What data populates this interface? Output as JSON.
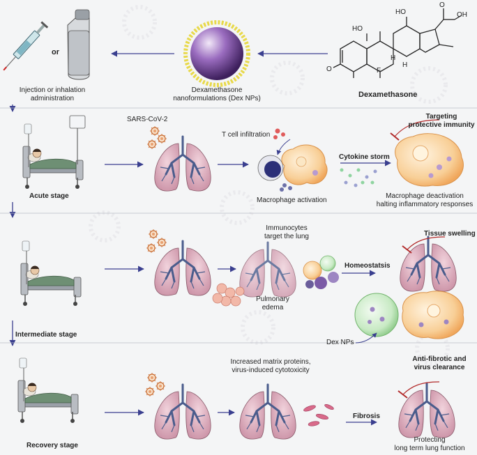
{
  "top": {
    "or_text": "or",
    "admin_line1": "Injection or inhalation",
    "admin_line2": "administration",
    "np_line1": "Dexamethasone",
    "np_line2": "nanoformulations (Dex NPs)",
    "drug_name": "Dexamethasone",
    "mol": {
      "ho1": "HO",
      "ho2": "HO",
      "oh": "OH",
      "o_top": "O",
      "o_ring": "O",
      "f": "F",
      "h1": "H",
      "h2": "H"
    }
  },
  "acute": {
    "stage_label": "Acute stage",
    "virus_label": "SARS-CoV-2",
    "tcell_label": "T cell infiltration",
    "macro_label": "Macrophage activation",
    "storm_label": "Cytokine storm",
    "target_line1": "Targeting",
    "target_line2": "protective immunity",
    "outcome_line1": "Macrophage deactivation",
    "outcome_line2": "halting inflammatory responses"
  },
  "intermediate": {
    "stage_label": "Intermediate stage",
    "immuno_line1": "Immunocytes",
    "immuno_line2": "target the lung",
    "edema_line1": "Pulmonary",
    "edema_line2": "edema",
    "homeo_label": "Homeostatsis",
    "swelling_label": "Tissue swelling",
    "dexnp_label": "Dex NPs"
  },
  "recovery": {
    "stage_label": "Recovery stage",
    "matrix_line1": "Increased matrix proteins,",
    "matrix_line2": "virus-induced cytotoxicity",
    "fibrosis_label": "Fibrosis",
    "anti_line1": "Anti-fibrotic and",
    "anti_line2": "virus clearance",
    "protect_line1": "Protecting",
    "protect_line2": "long term lung function"
  },
  "colors": {
    "arrow": "#3a3f8f",
    "inhibit": "#b22a2a",
    "np_purple": "#6b3f8e",
    "np_gold": "#e3d23a",
    "lung_pink": "#d9a9b8",
    "bronchi": "#4a5c8c",
    "macrophage": "#f6c78a",
    "cytokine_green": "#8fd4a0"
  }
}
